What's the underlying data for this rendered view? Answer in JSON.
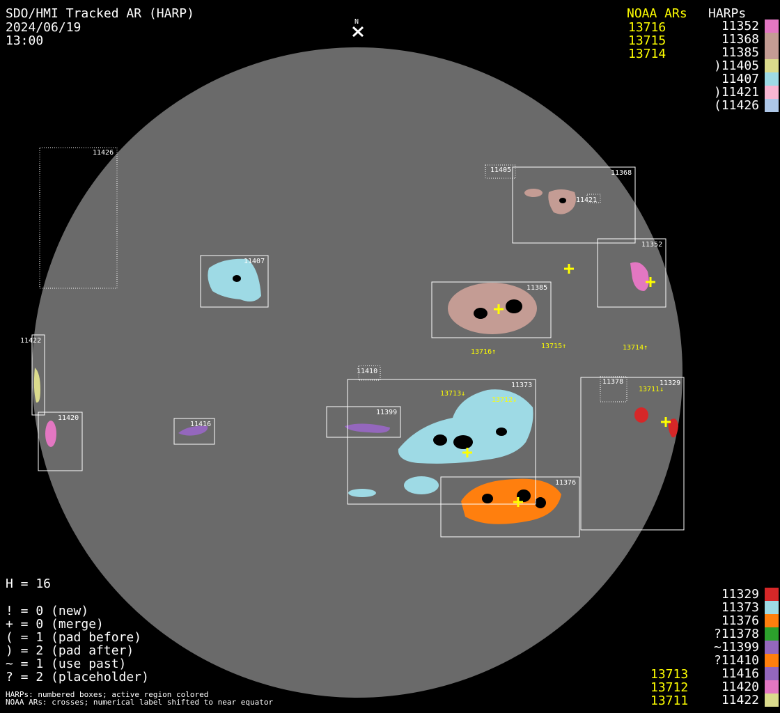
{
  "header": {
    "title": "SDO/HMI Tracked AR (HARP)",
    "date": "2024/06/19",
    "time": "13:00"
  },
  "north_label": "N",
  "legend_top": {
    "noaa_header": "NOAA ARs",
    "harp_header": "HARPs",
    "noaa": [
      "13716",
      "13715",
      "13714"
    ],
    "harps": [
      {
        "label": "11352",
        "color": "#e377c2"
      },
      {
        "label": "11368",
        "color": "#c49c94"
      },
      {
        "label": "11385",
        "color": "#c49c94"
      },
      {
        "label": ")11405",
        "color": "#dbdb8d"
      },
      {
        "label": "11407",
        "color": "#9edae5"
      },
      {
        "label": ")11421",
        "color": "#f7b6d2"
      },
      {
        "label": "(11426",
        "color": "#aec7e8"
      }
    ]
  },
  "legend_bottom": {
    "noaa": [
      "13713",
      "13712",
      "13711"
    ],
    "harps": [
      {
        "label": "11329",
        "color": "#d62728"
      },
      {
        "label": "11373",
        "color": "#9edae5"
      },
      {
        "label": "11376",
        "color": "#ff7f0e"
      },
      {
        "label": "?11378",
        "color": "#2ca02c"
      },
      {
        "label": "~11399",
        "color": "#9467bd"
      },
      {
        "label": "?11410",
        "color": "#ff7f0e"
      },
      {
        "label": "11416",
        "color": "#9467bd"
      },
      {
        "label": "11420",
        "color": "#e377c2"
      },
      {
        "label": "11422",
        "color": "#dbdb8d"
      }
    ]
  },
  "stats": {
    "h": "H = 16",
    "lines": [
      "! = 0 (new)",
      "+ = 0 (merge)",
      "( = 1 (pad before)",
      ") = 2 (pad after)",
      "~ = 1 (use past)",
      "? = 2 (placeholder)"
    ]
  },
  "notes": [
    "HARPs: numbered boxes; active region colored",
    "NOAA ARs: crosses; numerical label shifted to near equator"
  ],
  "disk_labels": {
    "h11426": "11426",
    "h11405": "11405",
    "h11368": "11368",
    "h11421": "11421",
    "h11352": "11352",
    "h11407": "11407",
    "h11385": "11385",
    "h11422": "11422",
    "h11410": "11410",
    "h11373": "11373",
    "h11378": "11378",
    "h11329": "11329",
    "h11399": "11399",
    "h11420": "11420",
    "h11416": "11416",
    "h11376": "11376",
    "n13716": "13716↑",
    "n13715": "13715↑",
    "n13714": "13714↑",
    "n13713": "13713↓",
    "n13712": "13712↓",
    "n13711": "13711↓"
  },
  "colors": {
    "disk": "#6a6a6a",
    "noaa": "#ffff00",
    "box": "#ffffff"
  }
}
